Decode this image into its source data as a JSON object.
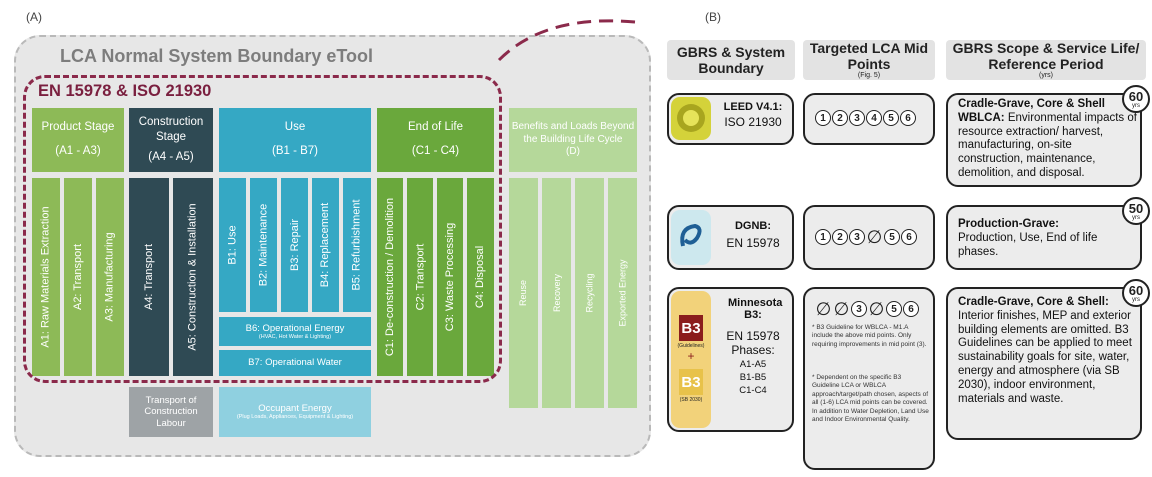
{
  "panel_a": {
    "label": "(A)",
    "outer_title": "LCA Normal System Boundary eTool",
    "inner_title": "EN 15978 & ISO 21930",
    "stages": [
      {
        "title": "Product Stage",
        "code": "(A1 - A3)",
        "color": "#8dba57"
      },
      {
        "title": "Construction Stage",
        "code": "(A4 - A5)",
        "color": "#2f4a54"
      },
      {
        "title": "Use",
        "code": "(B1 - B7)",
        "color": "#35a8c4"
      },
      {
        "title": "End of Life",
        "code": "(C1 - C4)",
        "color": "#6aa83c"
      },
      {
        "title": "Benefits and Loads Beyond the Building Life Cycle",
        "code": "(D)",
        "color": "#b5d89a"
      }
    ],
    "product_cols": [
      "A1: Raw Materials Extraction",
      "A2: Transport",
      "A3: Manufacturing"
    ],
    "construction_cols": [
      "A4: Transport",
      "A5: Construction & Installation"
    ],
    "use_cols": [
      "B1: Use",
      "B2: Maintenance",
      "B3: Repair",
      "B4: Replacement",
      "B5: Refurbishment"
    ],
    "b6_title": "B6: Operational Energy",
    "b6_sub": "(HVAC, Hot Water & Lighting)",
    "b7_title": "B7: Operational Water",
    "eol_cols": [
      "C1: De-construction / Demolition",
      "C2: Transport",
      "C3: Waste Processing",
      "C4: Disposal"
    ],
    "d_cols": [
      "Reuse",
      "Recovery",
      "Recycling",
      "Exported Energy"
    ],
    "transport_labour": "Transport of Construction Labour",
    "occupant_energy": "Occupant Energy",
    "occupant_energy_sub": "(Plug Loads, Appliances, Equipment & Lighting)"
  },
  "panel_b": {
    "label": "(B)",
    "col_headers": {
      "gbrs": "GBRS & System Boundary",
      "lca": "Targeted LCA Mid Points",
      "lca_small": "(Fig. 5)",
      "scope": "GBRS Scope & Service Life/ Reference Period",
      "scope_small": "(yrs)"
    },
    "rows": [
      {
        "name_bold": "LEED V4.1:",
        "name_rest": "ISO 21930",
        "logo_color": "#d4d23a",
        "midpoints": [
          "1",
          "2",
          "3",
          "4",
          "5",
          "6"
        ],
        "scope_bold": "Cradle-Grave, Core & Shell WBLCA:",
        "scope_text": "Environmental impacts of resource extraction/ harvest, manufacturing, on-site construction, maintenance, demolition, and disposal.",
        "years": "60",
        "yrs": "yrs"
      },
      {
        "name_bold": "DGNB:",
        "name_rest": "EN 15978",
        "logo_color": "#cde8ee",
        "midpoints": [
          "1",
          "2",
          "3",
          "∅",
          "5",
          "6"
        ],
        "scope_bold": "Production-Grave:",
        "scope_text": "Production, Use, End of life phases.",
        "years": "50",
        "yrs": "yrs"
      },
      {
        "name_bold": "Minnesota B3:",
        "name_rest": "EN 15978 Phases:",
        "phases": [
          "A1-A5",
          "B1-B5",
          "C1-C4"
        ],
        "logo_color": "#f2d27a",
        "logo_text_top": "(Guidelines)",
        "logo_text_bottom": "(SB 2030)",
        "midpoints": [
          "∅",
          "∅",
          "3",
          "∅",
          "5",
          "6"
        ],
        "note1": "* B3 Guideline for WBLCA - M1.A include the above mid points. Only requiring improvements in mid point (3).",
        "note2": "* Dependent on the specific B3 Guideline LCA or WBLCA approach/target/path chosen, aspects of all (1-6) LCA mid points can be covered. In addition to Water Depletion, Land Use and Indoor Environmental Quality.",
        "scope_bold": "Cradle-Grave, Core & Shell:",
        "scope_text": "Interior finishes, MEP and exterior building elements are omitted. B3 Guidelines can be applied to meet sustainability goals for site, water, energy and atmosphere (via SB 2030), indoor environment, materials and waste.",
        "years": "60",
        "yrs": "yrs"
      }
    ]
  }
}
